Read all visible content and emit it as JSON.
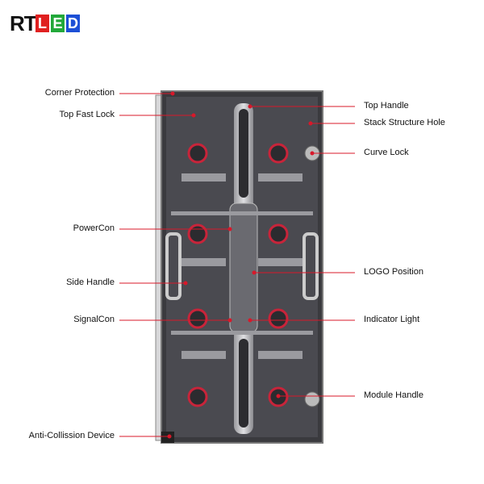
{
  "logo": {
    "text_rt": "RT",
    "letters": [
      "L",
      "E",
      "D"
    ],
    "colors": [
      "#e02020",
      "#22a83a",
      "#1c4fd6"
    ]
  },
  "accent": "#d8182a",
  "left_labels": [
    {
      "label": "Corner Protection"
    },
    {
      "label": "Top Fast Lock"
    },
    {
      "label": "PowerCon"
    },
    {
      "label": "Side Handle"
    },
    {
      "label": "SignalCon"
    },
    {
      "label": "Anti-Collission Device"
    }
  ],
  "right_labels": [
    {
      "label": "Top Handle"
    },
    {
      "label": "Stack Structure Hole"
    },
    {
      "label": "Curve Lock"
    },
    {
      "label": "LOGO Position"
    },
    {
      "label": "Indicator Light"
    },
    {
      "label": "Module Handle"
    }
  ]
}
